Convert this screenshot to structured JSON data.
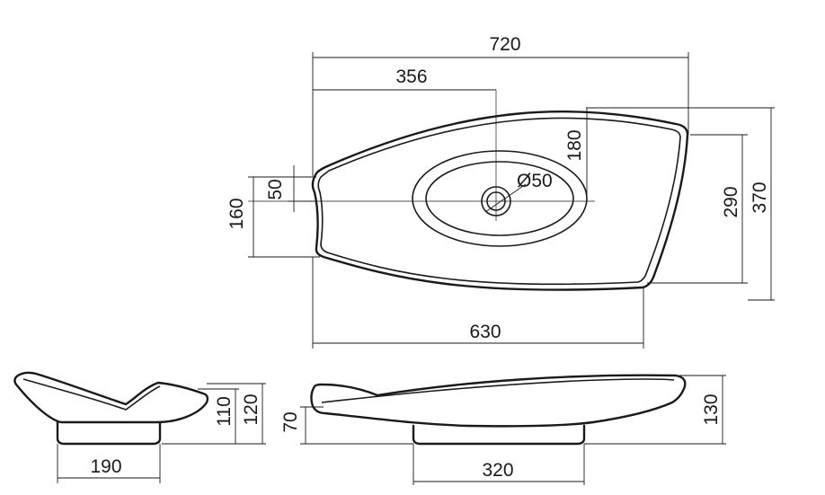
{
  "top_view": {
    "overall_length": "720",
    "drain_offset": "356",
    "bowl_height": "180",
    "drain_diameter": "Ø50",
    "left_inner_height": "50",
    "left_outer_height": "160",
    "right_inner_height": "290",
    "overall_depth": "370",
    "bottom_length": "630"
  },
  "end_view": {
    "inner_height": "110",
    "overall_height": "120",
    "base_width": "190"
  },
  "side_view": {
    "left_height": "70",
    "overall_height": "130",
    "base_length": "320"
  }
}
